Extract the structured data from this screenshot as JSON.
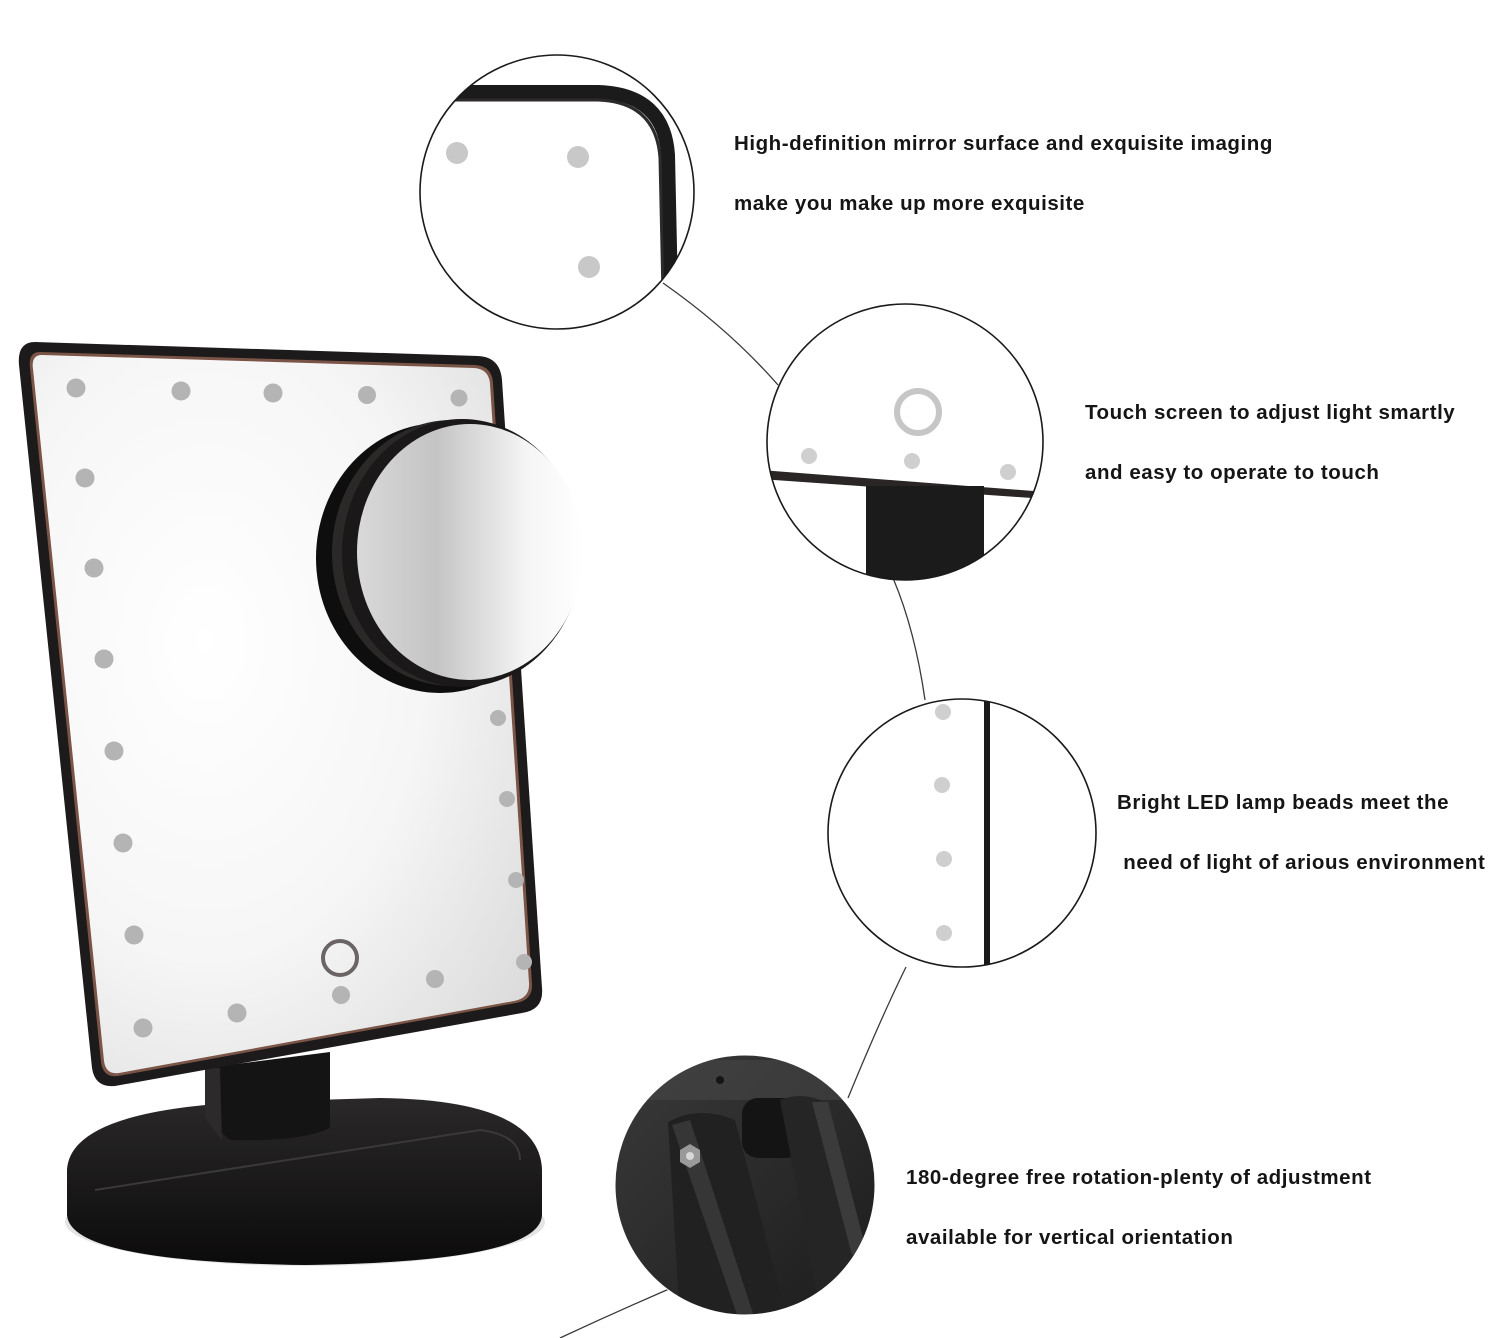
{
  "colors": {
    "background": "#ffffff",
    "frame": "#1c1a1a",
    "frame_edge": "#6e4a3e",
    "led": "#b9b9b9",
    "led_zoom": "#cfcfcf",
    "mirror_glass": "#fdfdfd",
    "text": "#151515",
    "connector": "#3a3a3a"
  },
  "product": {
    "name": "LED lighted vanity makeup mirror with touch screen",
    "main_mirror_leds": 21,
    "magnifier": "detachable round magnifying mirror",
    "touch_button_icon": "touch-ring-icon",
    "base": "oval black tray base"
  },
  "features": [
    {
      "id": "mirror-surface",
      "lines": [
        "High-definition mirror surface and exquisite imaging",
        "make you make up more exquisite"
      ],
      "detail": "mirror-corner-closeup"
    },
    {
      "id": "touch-screen",
      "lines": [
        "Touch screen to adjust light smartly",
        "and easy to operate to touch"
      ],
      "detail": "touch-button-closeup"
    },
    {
      "id": "led-beads",
      "lines": [
        "Bright LED lamp beads meet the",
        " need of light of arious environment"
      ],
      "detail": "led-strip-closeup"
    },
    {
      "id": "rotation",
      "lines": [
        "180-degree free rotation-plenty of adjustment",
        "available for vertical orientation"
      ],
      "detail": "hinge-closeup"
    }
  ]
}
